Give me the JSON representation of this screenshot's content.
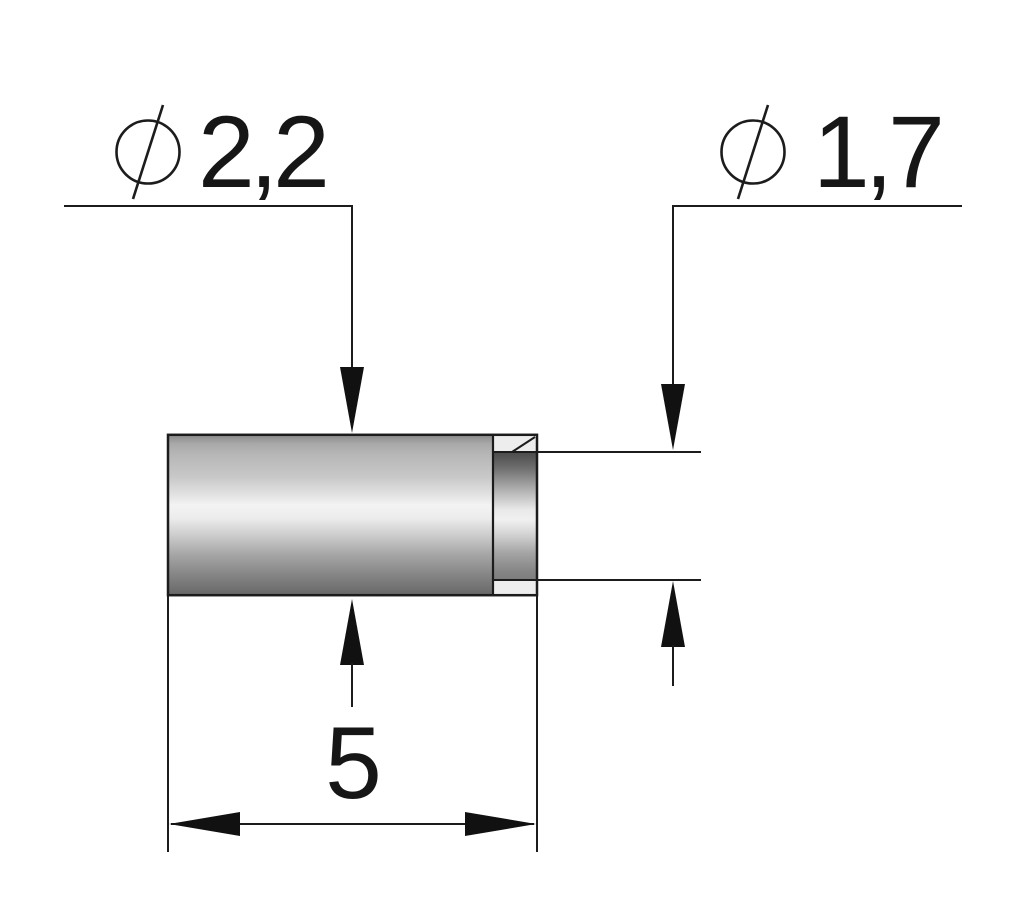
{
  "drawing": {
    "type": "technical-dimension-drawing",
    "subject": "stepped cylindrical pin, side view",
    "background_color": "#ffffff",
    "line_color": "#1c1c1c",
    "body_highlight_color": "#f3f3f3",
    "body_shadow_color": "#696969",
    "tip_face_strip_color": "#ededed"
  },
  "dimensions": {
    "body_diameter": {
      "symbol_icon": "diameter-symbol",
      "symbol": "∅",
      "value": "2,2"
    },
    "tip_diameter": {
      "symbol_icon": "diameter-symbol",
      "symbol": "∅",
      "value": "1,7"
    },
    "length": {
      "value": "5"
    }
  }
}
